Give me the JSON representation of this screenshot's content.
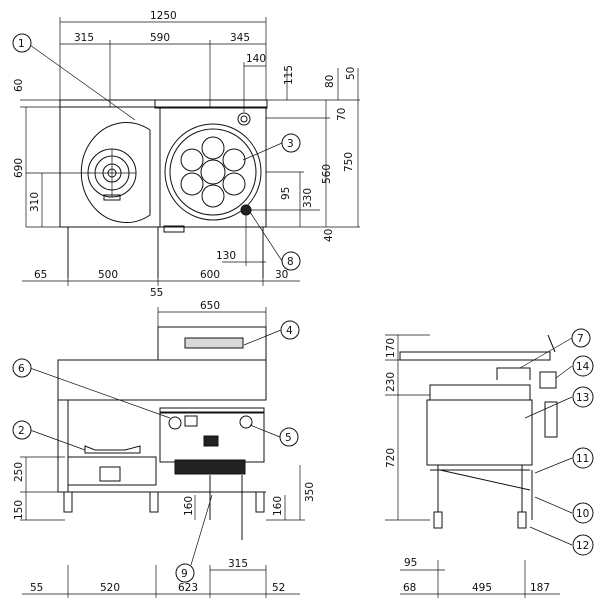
{
  "dimensions": {
    "top": {
      "overall_width": "1250",
      "left_segment": "315",
      "middle_segment": "590",
      "right_segment": "345",
      "inlet_offset": "140",
      "right_top_a": "115",
      "right_top_b": "80",
      "right_top_c": "50",
      "right_height_a": "70",
      "right_height_b": "560",
      "right_overall": "750",
      "outlet_offset": "95",
      "outlet_from_base": "330",
      "bottom_offset": "40",
      "left_top": "60",
      "left_height": "690",
      "left_burner_height": "310",
      "drain_offset": "130",
      "bottom_left": "65",
      "bottom_burner_width": "500",
      "bottom_cabinet_width": "600",
      "bottom_right": "30",
      "gap": "55"
    },
    "front": {
      "hood_width": "650",
      "shelf_height": "250",
      "leg_height": "150",
      "side_clearance": "160",
      "right_clearance": "160",
      "pipe_height": "350",
      "bottom_left": "55",
      "bottom_a": "520",
      "bottom_b": "623",
      "bottom_c": "315",
      "bottom_right": "52"
    },
    "side": {
      "top_a": "170",
      "top_b": "230",
      "body_height": "720",
      "pipe_height": "95",
      "bottom_a": "68",
      "bottom_b": "495",
      "bottom_c": "187"
    }
  },
  "callouts": [
    "1",
    "2",
    "3",
    "4",
    "5",
    "6",
    "7",
    "8",
    "9",
    "10",
    "11",
    "12",
    "13",
    "14"
  ]
}
